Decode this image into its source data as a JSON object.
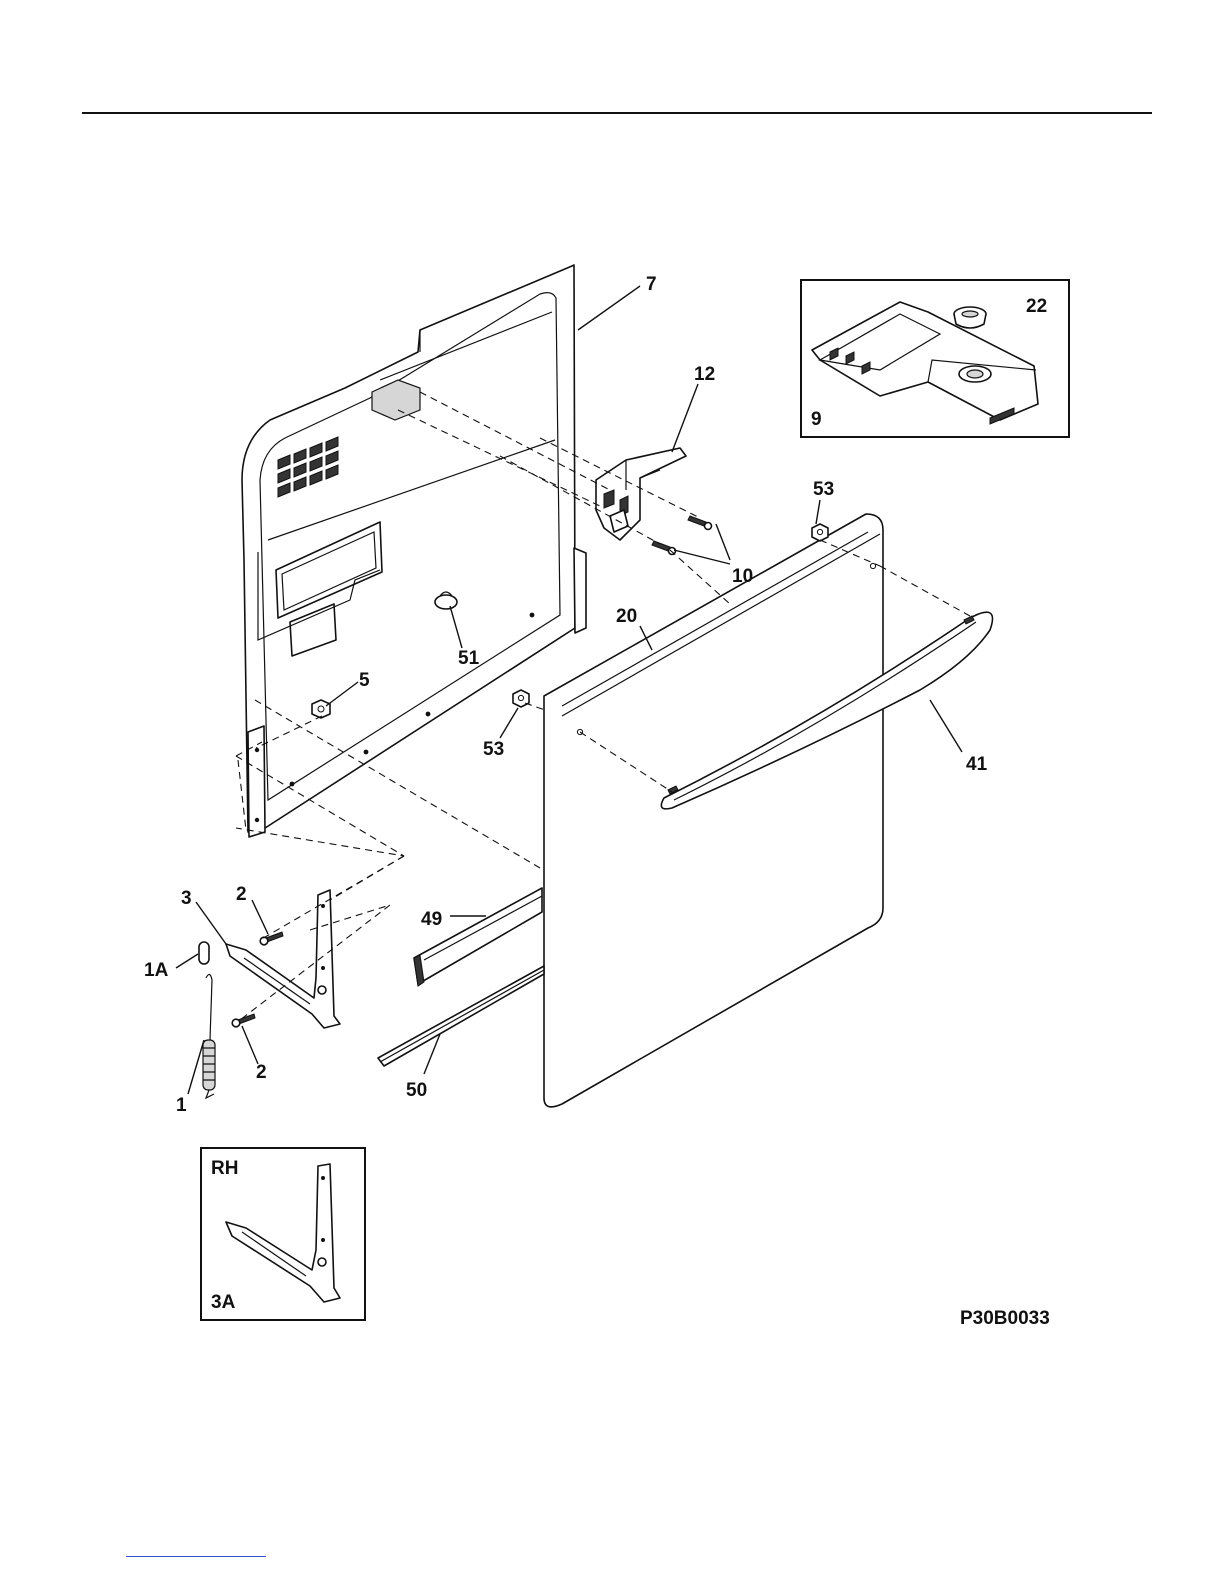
{
  "diagram": {
    "drawing_code": "P30B0033",
    "labels": {
      "p1": "1",
      "p1a": "1A",
      "p2a": "2",
      "p2b": "2",
      "p3": "3",
      "p3a": "3A",
      "rh": "RH",
      "p5": "5",
      "p7": "7",
      "p9": "9",
      "p10": "10",
      "p12": "12",
      "p20": "20",
      "p22": "22",
      "p41": "41",
      "p49": "49",
      "p50": "50",
      "p51": "51",
      "p53a": "53",
      "p53b": "53"
    }
  }
}
